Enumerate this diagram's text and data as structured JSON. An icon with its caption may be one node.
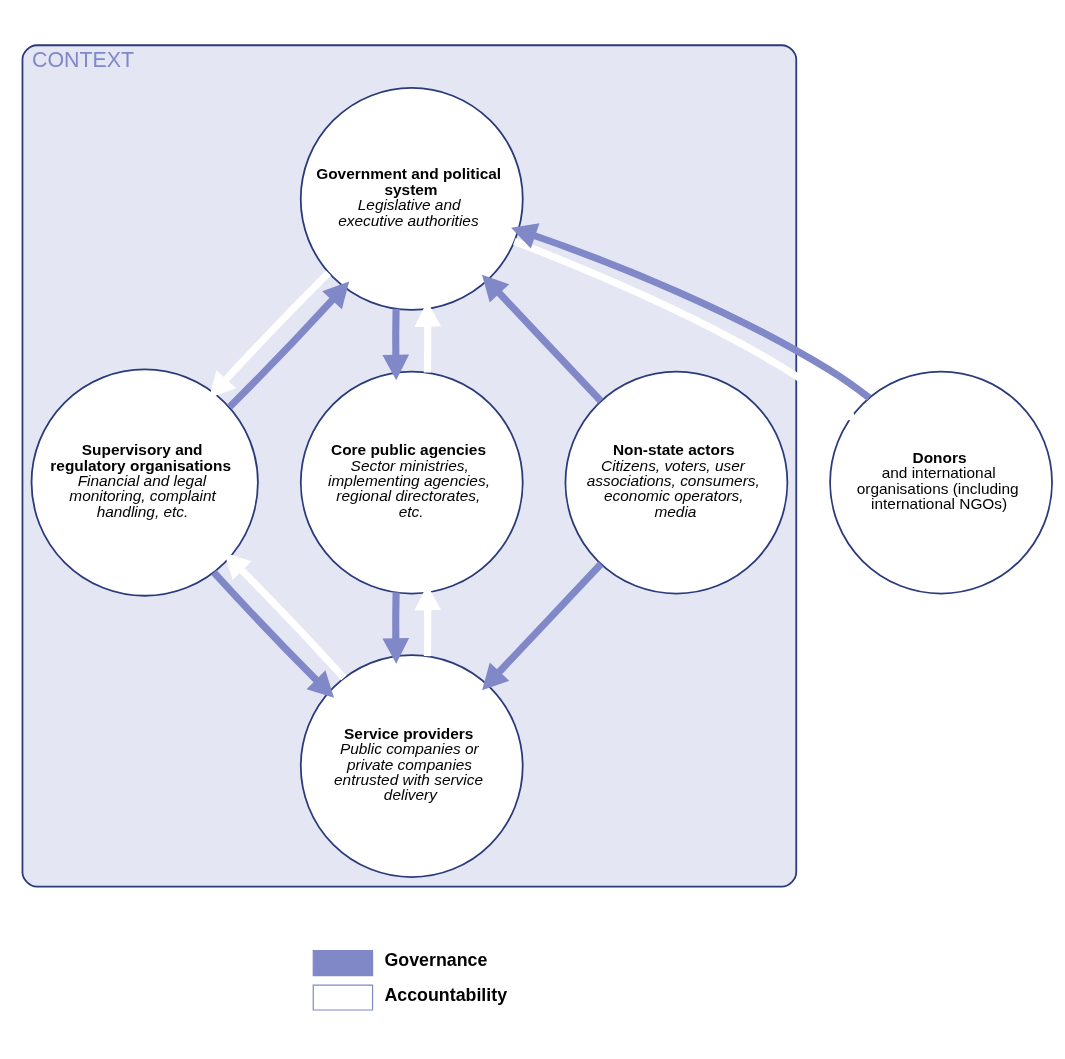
{
  "diagram": {
    "nodes": [
      {
        "text": [
          "CONTEXT"
        ]
      },
      {
        "text": [
          "Government and political system",
          "Legislative and executive authorities"
        ],
        "in": 0
      },
      {
        "text": [
          "Donors",
          "and international organisations (including international NGOs)"
        ]
      },
      {
        "text": [
          "Supervisory and regulatory organisations",
          "Financial and legal monitoring, complaint handling, etc."
        ],
        "in": 0
      },
      {
        "text": [
          "Non-state actors",
          "Citizens, voters, user associations, consumers, economic operators, media"
        ],
        "in": 0
      },
      {
        "text": [
          "Core public agencies",
          "Sector ministries, implementing agencies, regional directorates, etc."
        ],
        "in": 0
      },
      {
        "text": [
          "Service providers",
          "Public companies or private companies entrusted with service delivery"
        ],
        "in": 0
      }
    ],
    "edges": [
      {
        "from": 3,
        "to": 1,
        "arrow": "to"
      },
      {
        "from": 1,
        "to": 3,
        "arrow": "to",
        "color": "#ffffff"
      },
      {
        "from": 4,
        "to": 1,
        "arrow": "to"
      },
      {
        "from": 1,
        "to": 2,
        "arrow": "to",
        "color": "#ffffff"
      },
      {
        "from": 2,
        "to": 1,
        "arrow": "to"
      },
      {
        "from": 1,
        "to": 5,
        "arrow": "to"
      },
      {
        "from": 5,
        "to": 1,
        "arrow": "to",
        "color": "#ffffff"
      },
      {
        "from": 4,
        "to": 6,
        "arrow": "to"
      },
      {
        "from": 3,
        "to": 6,
        "arrow": "to"
      },
      {
        "from": 6,
        "to": 3,
        "arrow": "to",
        "color": "#ffffff"
      },
      {
        "from": 6,
        "to": 5,
        "arrow": "to",
        "color": "#ffffff"
      },
      {
        "from": 5,
        "to": 6,
        "arrow": "to"
      }
    ],
    "legend": [
      {
        "text": "Governance"
      },
      {
        "text": "Accountability"
      }
    ]
  }
}
